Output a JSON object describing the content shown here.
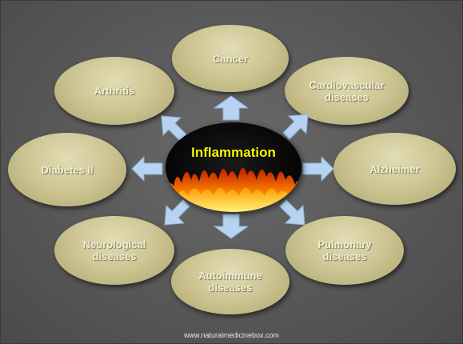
{
  "diagram": {
    "center": {
      "label": "Inflammation",
      "icon": "fire-icon"
    },
    "nodes": {
      "cancer": "Cancer",
      "cardiovascular": "Cardiovascular\ndiseases",
      "alzheimer": "Alzheimer",
      "pulmonary": "Pulmonary\ndiseases",
      "autoimmune": "Autoimmune\ndiseases",
      "neurological": "Neurological\ndiseases",
      "diabetes": "Diabetes II",
      "arthritis": "Arthritis"
    },
    "colors": {
      "node_fill": "#cfc795",
      "arrow_fill": "#b7d3f2",
      "center_text": "#fff700",
      "background": "#5a5a5a"
    }
  },
  "footer": {
    "source_text": "www.naturalmedicinebox.com"
  }
}
